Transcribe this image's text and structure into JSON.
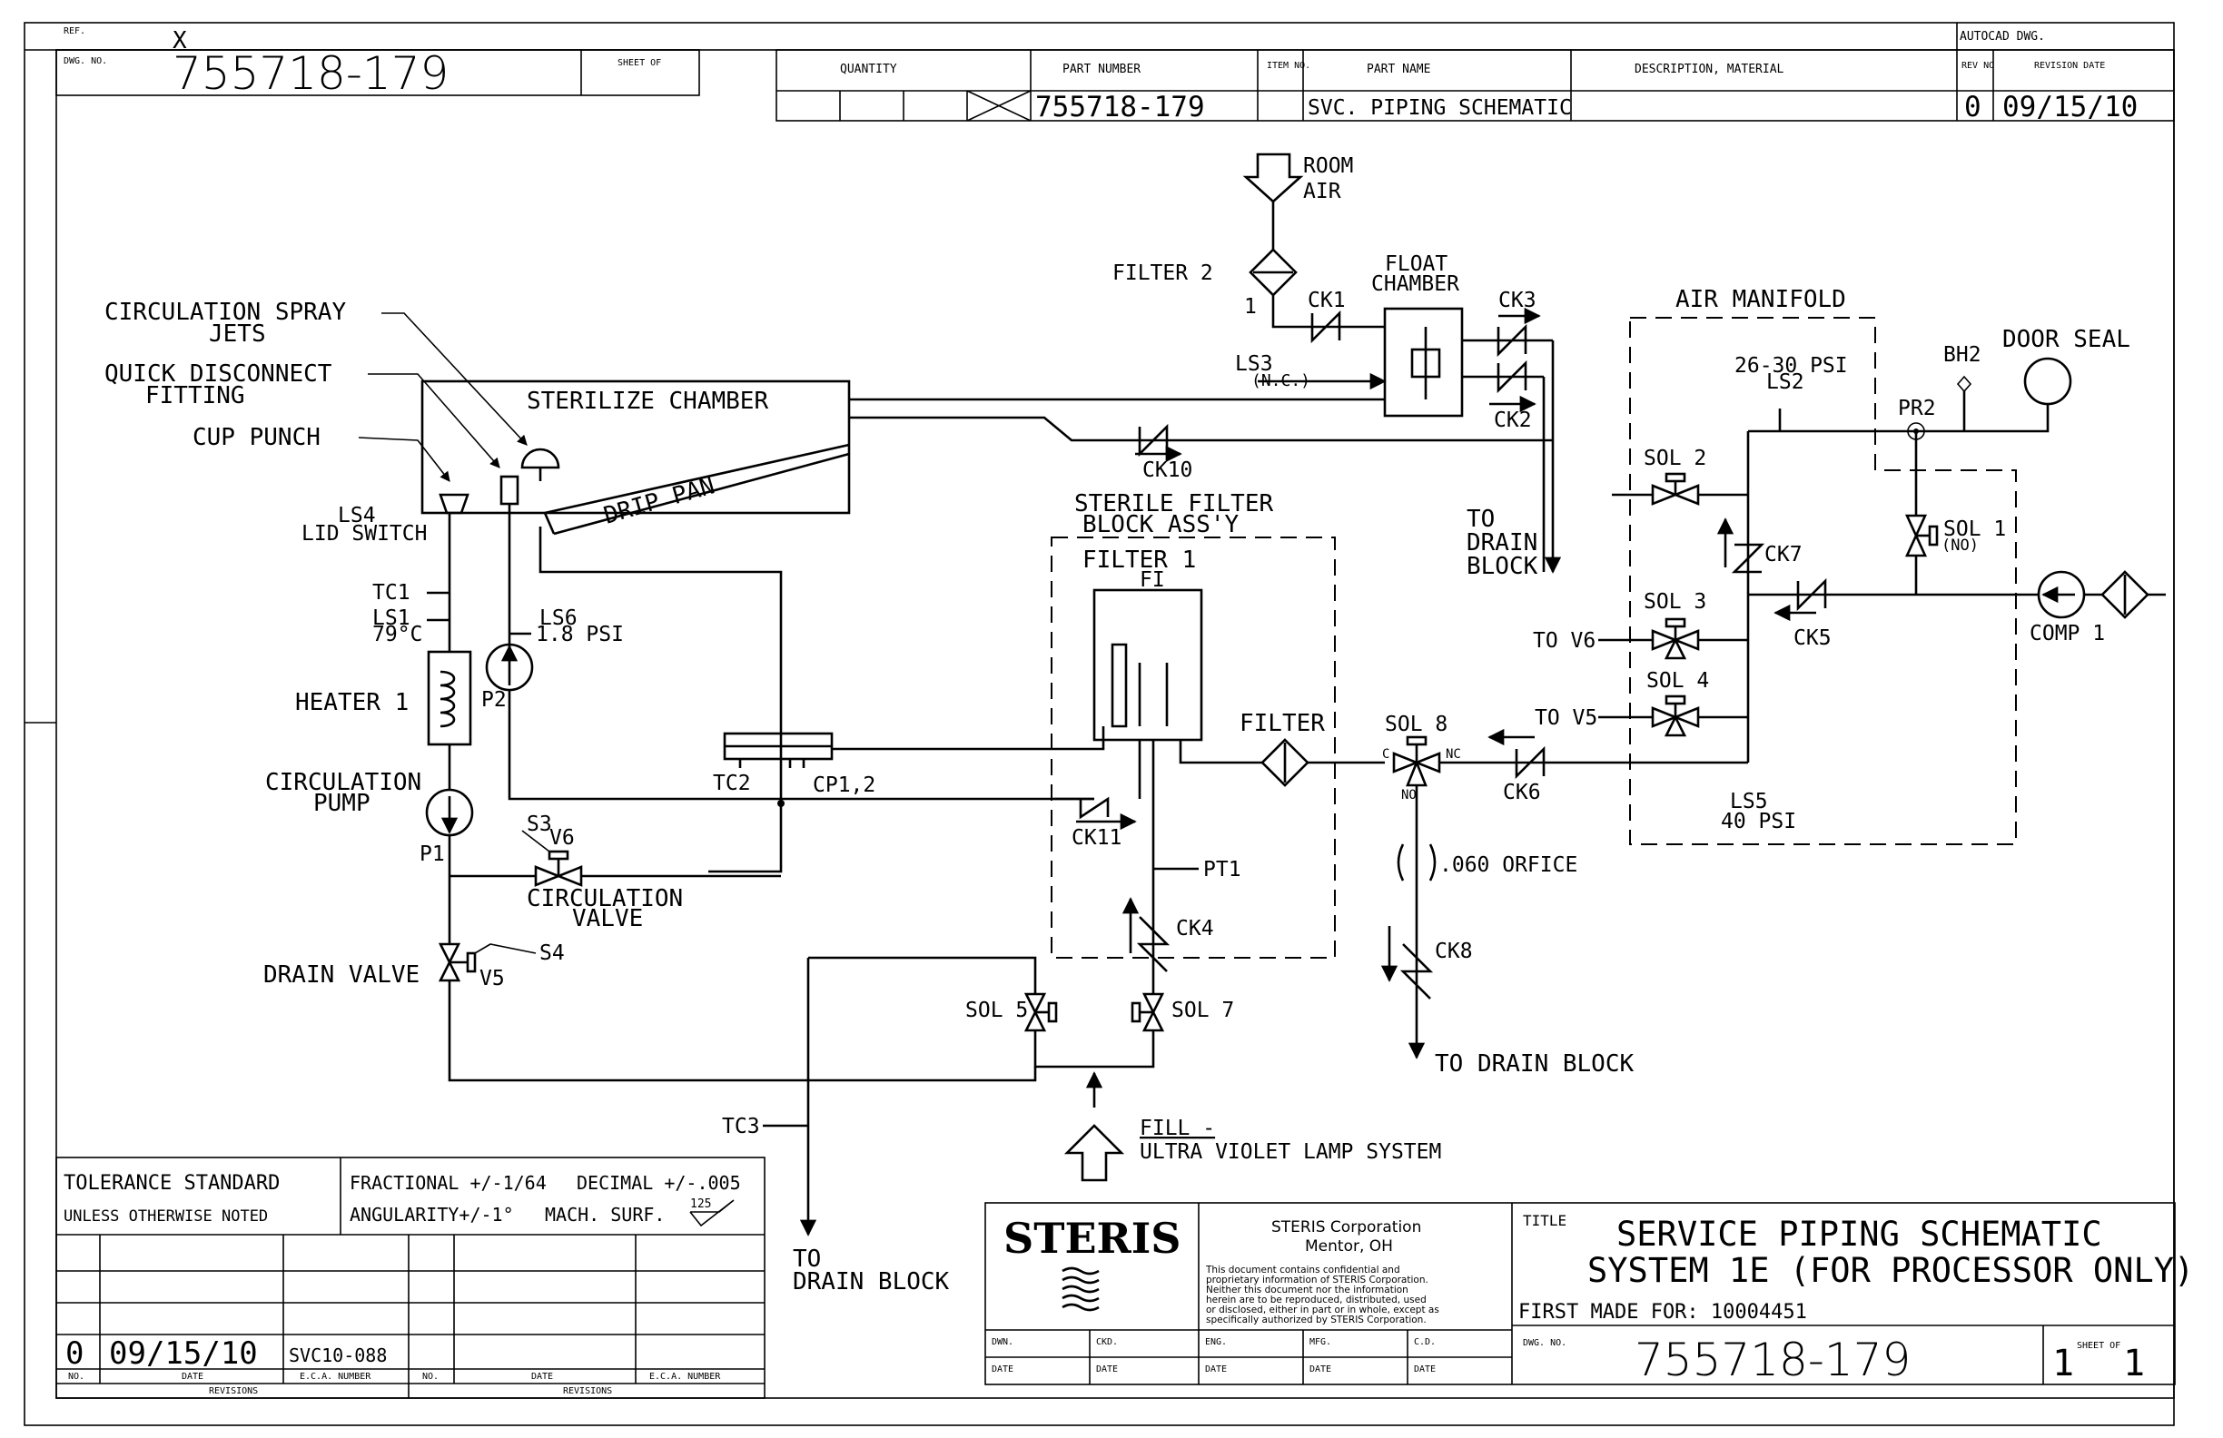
{
  "title_block_top": {
    "ref_label": "REF.",
    "ref_mark": "X",
    "dwg_no_label": "DWG. NO.",
    "dwg_no": "755718-179",
    "sheet_label": "SHEET OF",
    "quantity_header": "QUANTITY",
    "part_number_header": "PART NUMBER",
    "item_no_header": "ITEM NO.",
    "part_name_header": "PART NAME",
    "description_header": "DESCRIPTION, MATERIAL",
    "autocad_label": "AUTOCAD DWG.",
    "rev_no_header": "REV NO",
    "revision_date_header": "REVISION DATE",
    "part_number": "755718-179",
    "part_name": "SVC. PIPING SCHEMATIC",
    "rev": "0",
    "revision_date": "09/15/10"
  },
  "labels": {
    "room_air_1": "ROOM",
    "room_air_2": "AIR",
    "filter2": "FILTER 2",
    "filter2_num": "1",
    "float_chamber_1": "FLOAT",
    "float_chamber_2": "CHAMBER",
    "ck1": "CK1",
    "ck3": "CK3",
    "ck2": "CK2",
    "ls3_1": "LS3",
    "ls3_2": "(N.C.)",
    "air_manifold": "AIR MANIFOLD",
    "door_seal": "DOOR SEAL",
    "psi_2630": "26-30 PSI",
    "ls2": "LS2",
    "bh2": "BH2",
    "pr2": "PR2",
    "sol2": "SOL 2",
    "ck7": "CK7",
    "sol1": "SOL 1",
    "sol1_no": "(NO)",
    "sol3": "SOL 3",
    "to_v6": "TO V6",
    "ck5": "CK5",
    "comp1": "COMP 1",
    "sol4": "SOL 4",
    "to_v5": "TO V5",
    "ls5": "LS5",
    "psi_40": "40 PSI",
    "circ_spray_1": "CIRCULATION SPRAY",
    "circ_spray_2": "JETS",
    "quick_disc_1": "QUICK DISCONNECT",
    "quick_disc_2": "FITTING",
    "cup_punch": "CUP PUNCH",
    "sterilize_chamber": "STERILIZE CHAMBER",
    "drip_pan": "DRIP PAN",
    "ck10": "CK10",
    "to_drain_block_1a": "TO",
    "to_drain_block_1b": "DRAIN",
    "to_drain_block_1c": "BLOCK",
    "ls4": "LS4",
    "lid_switch": "LID SWITCH",
    "sterile_filter_1": "STERILE FILTER",
    "sterile_filter_2": "BLOCK ASS'Y",
    "filter1": "FILTER 1",
    "fi": "FI",
    "tc1": "TC1",
    "ls1": "LS1",
    "ls1_temp": "79°C",
    "ls6": "LS6",
    "ls6_psi": "1.8 PSI",
    "heater1": "HEATER 1",
    "p2": "P2",
    "circ_pump_1": "CIRCULATION",
    "circ_pump_2": "PUMP",
    "p1": "P1",
    "s3": "S3",
    "v6": "V6",
    "circ_valve_1": "CIRCULATION",
    "circ_valve_2": "VALVE",
    "tc2": "TC2",
    "cp12": "CP1,2",
    "ck11": "CK11",
    "filter": "FILTER",
    "sol8": "SOL 8",
    "sol8_c": "C",
    "sol8_nc": "NC",
    "sol8_no": "NO",
    "ck6": "CK6",
    "orifice": ".060 ORFICE",
    "ck8": "CK8",
    "to_drain_block_2": "TO DRAIN BLOCK",
    "pt1": "PT1",
    "ck4": "CK4",
    "s4": "S4",
    "drain_valve": "DRAIN VALVE",
    "v5": "V5",
    "sol5": "SOL 5",
    "sol7": "SOL 7",
    "tc3": "TC3",
    "fill_1": "FILL -",
    "fill_2": "ULTRA VIOLET LAMP SYSTEM",
    "to_drain_block_3a": "TO",
    "to_drain_block_3b": "DRAIN BLOCK"
  },
  "tolerance": {
    "standard": "TOLERANCE STANDARD",
    "unless": "UNLESS OTHERWISE NOTED",
    "fractional": "FRACTIONAL +/-1/64",
    "decimal": "DECIMAL +/-.005",
    "angularity": "ANGULARITY+/-1°",
    "mach_surf": "MACH. SURF.",
    "finish": "125"
  },
  "revisions": {
    "row_no": "0",
    "row_date": "09/15/10",
    "row_eca": "SVC10-088",
    "no_header": "NO.",
    "date_header": "DATE",
    "eca_header": "E.C.A. NUMBER",
    "revisions_label": "REVISIONS"
  },
  "company": {
    "logo": "STERIS",
    "name": "STERIS Corporation",
    "city": "Mentor, OH",
    "notice_1": "This document contains confidential and",
    "notice_2": "proprietary information of STERIS Corporation.",
    "notice_3": "Neither this document nor the information",
    "notice_4": "herein are to be reproduced, distributed, used",
    "notice_5": "or disclosed, either in part or in whole, except as",
    "notice_6": "specifically authorized by STERIS Corporation.",
    "dwn": "DWN.",
    "ckd": "CKD.",
    "eng": "ENG.",
    "mfg": "MFG.",
    "cd": "C.D.",
    "date": "DATE"
  },
  "title_block_bottom": {
    "title_label": "TITLE",
    "title_1": "SERVICE PIPING SCHEMATIC",
    "title_2": "SYSTEM 1E (FOR PROCESSOR ONLY)",
    "first_made": "FIRST MADE FOR: 10004451",
    "dwg_no_label": "DWG. NO.",
    "dwg_no": "755718-179",
    "sheet": "1",
    "sheet_of": "SHEET OF",
    "sheet_total": "1"
  }
}
